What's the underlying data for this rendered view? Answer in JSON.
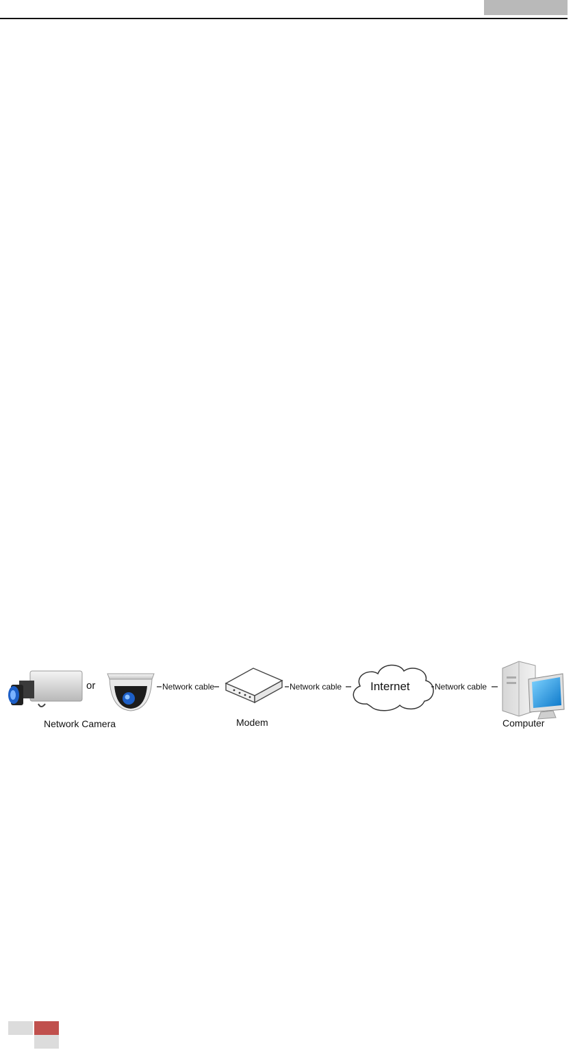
{
  "page": {
    "accent_color": "#c0504d",
    "header_tab_color": "#b9b9b9",
    "footer_square_color": "#dcdcdc"
  },
  "diagram": {
    "nodes": [
      {
        "label": "Network Camera",
        "icon": "box-camera-icon and dome-camera-icon"
      },
      {
        "label": "Modem",
        "icon": "modem-icon"
      },
      {
        "label": "Internet",
        "icon": "cloud-icon"
      },
      {
        "label": "Computer",
        "icon": "computer-icon"
      }
    ],
    "or_text": "or",
    "links": [
      "Network cable",
      "Network cable",
      "Network cable"
    ]
  }
}
